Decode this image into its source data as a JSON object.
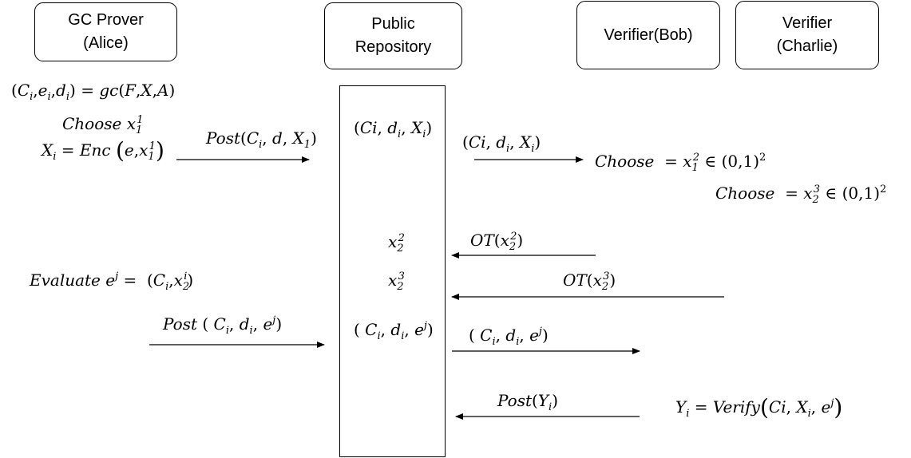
{
  "participants": {
    "alice": {
      "line1": "GC Prover",
      "line2": "(Alice)"
    },
    "repo": {
      "line1": "Public",
      "line2": "Repository"
    },
    "bob": {
      "line1": "Verifier(Bob)"
    },
    "charlie": {
      "line1": "Verifier",
      "line2": "(Charlie)"
    }
  },
  "math": {
    "C": "C",
    "e": "e",
    "d": "d",
    "X": "X",
    "x": "x",
    "i": "i",
    "j": "j",
    "one": "1",
    "two": "2",
    "three": "3",
    "Ci_plain": "Ci",
    "gc": "gc",
    "F": "F",
    "A": "A",
    "choose": "Choose",
    "enc": "Enc",
    "post": "Post",
    "ot": "OT",
    "evaluate": "Evaluate",
    "verify": "Verify",
    "Y": "Y",
    "eq": "=",
    "in": "∈",
    "set01": "(0,1)",
    "lp": "(",
    "rp": ")",
    "comma": ",",
    "lpsp": "( "
  }
}
